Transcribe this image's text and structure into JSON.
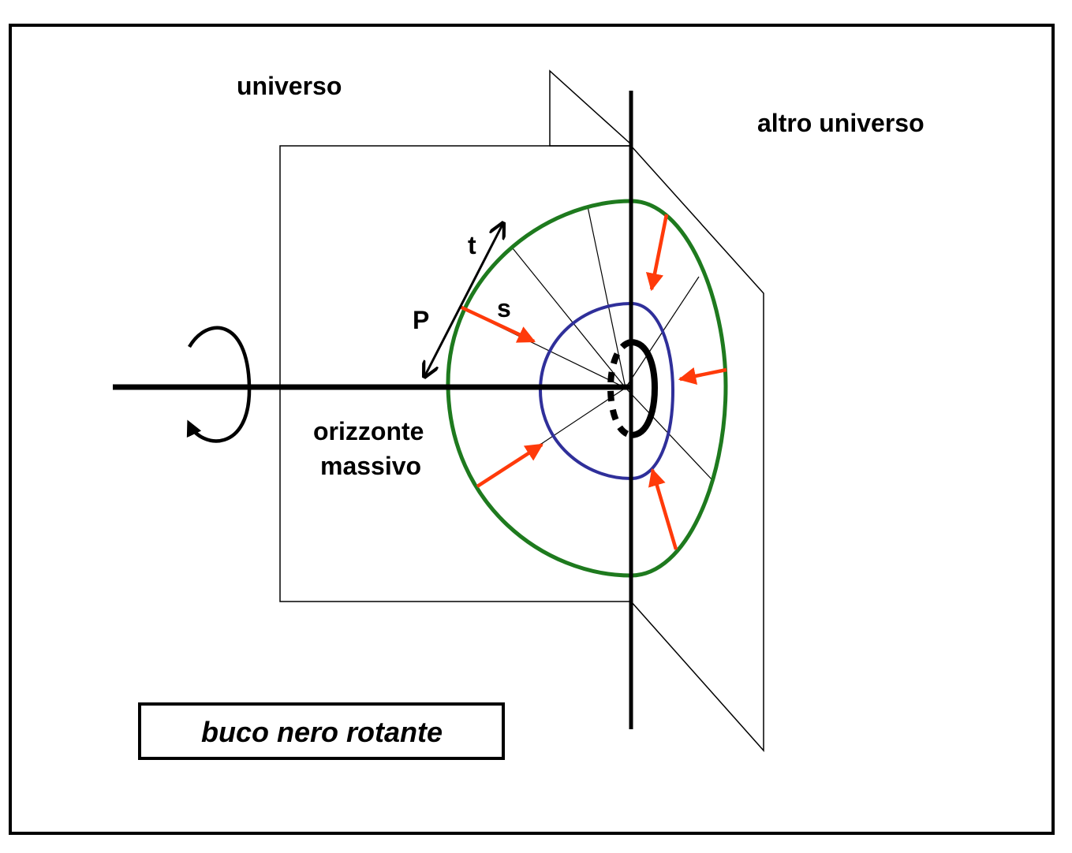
{
  "labels": {
    "universe": "universo",
    "other_universe": "altro universo",
    "t": "t",
    "p": "P",
    "s": "s",
    "horizon_line1": "orizzonte",
    "horizon_line2": "massivo"
  },
  "title_box": {
    "text": "buco nero rotante"
  },
  "colors": {
    "outer_horizon": "#1e7a1e",
    "inner_horizon": "#2f2f9a",
    "arrows": "#ff3a0a",
    "lines": "#000000"
  }
}
